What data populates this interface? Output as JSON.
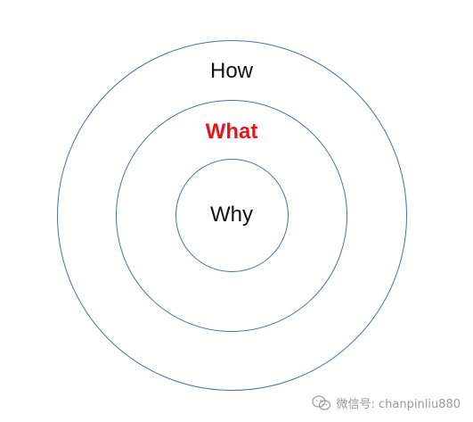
{
  "diagram": {
    "rings": {
      "outer_label": "How",
      "middle_label": "What",
      "inner_label": "Why"
    },
    "colors": {
      "ring_stroke": "#4a6fa8",
      "highlight": "#e8141b",
      "text": "#111111"
    }
  },
  "watermark": {
    "text": "微信号: chanpinliu880",
    "icon": "wechat-icon"
  }
}
